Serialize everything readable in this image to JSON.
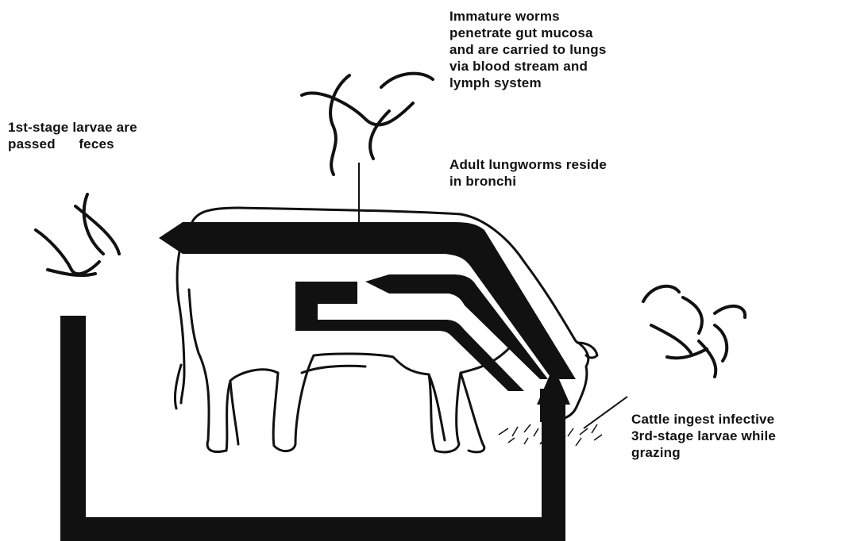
{
  "labels": {
    "immature_worms": [
      "Immature worms",
      "penetrate gut mucosa",
      "and are carried to lungs",
      "via blood stream and",
      "lymph system"
    ],
    "adult_lungworms": [
      "Adult lungworms reside",
      "in bronchi"
    ],
    "first_stage": [
      "1st-stage larvae are",
      "passed      feces"
    ],
    "cattle_ingest": [
      "Cattle ingest infective",
      "3rd-stage larvae while",
      "grazing"
    ]
  },
  "colors": {
    "ink": "#111111",
    "background": "#ffffff"
  }
}
